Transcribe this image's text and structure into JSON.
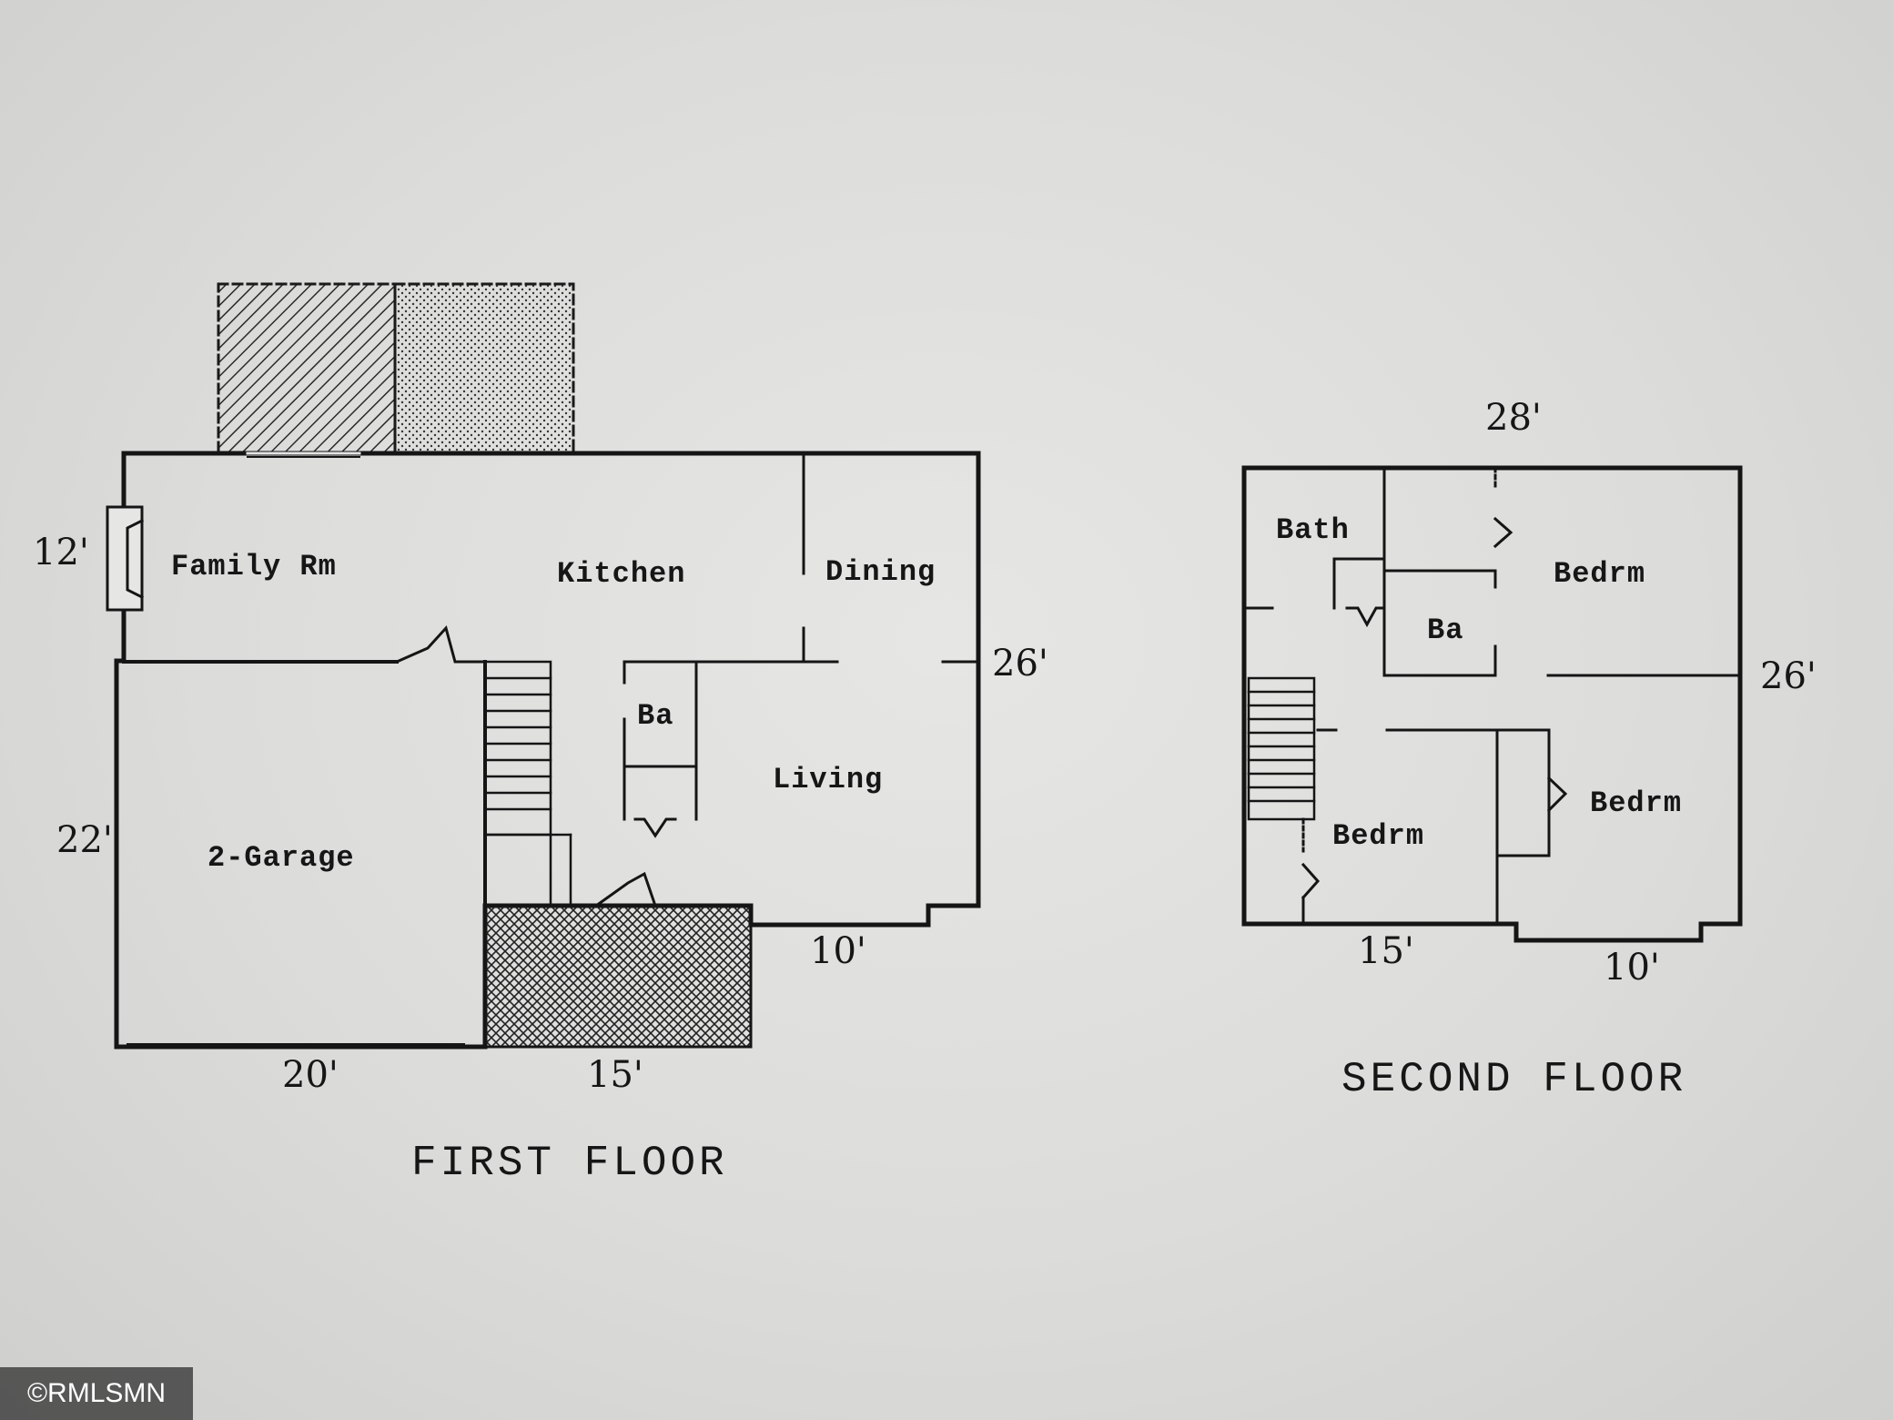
{
  "first_floor": {
    "title": "FIRST FLOOR",
    "rooms": {
      "family_rm": "Family Rm",
      "kitchen": "Kitchen",
      "dining": "Dining",
      "bath": "Ba",
      "living": "Living",
      "garage": "2-Garage"
    },
    "dimensions": {
      "left_upper": "12'",
      "left_lower": "22'",
      "right": "26'",
      "bottom_garage": "20'",
      "bottom_deck": "15'",
      "bottom_living": "10'"
    }
  },
  "second_floor": {
    "title": "SECOND FLOOR",
    "rooms": {
      "bath": "Bath",
      "bath_small": "Ba",
      "bedroom_ne": "Bedrm",
      "bedroom_sw": "Bedrm",
      "bedroom_se": "Bedrm"
    },
    "dimensions": {
      "top": "28'",
      "right": "26'",
      "bottom_left": "15'",
      "bottom_right": "10'"
    }
  },
  "watermark": "©RMLSMN"
}
